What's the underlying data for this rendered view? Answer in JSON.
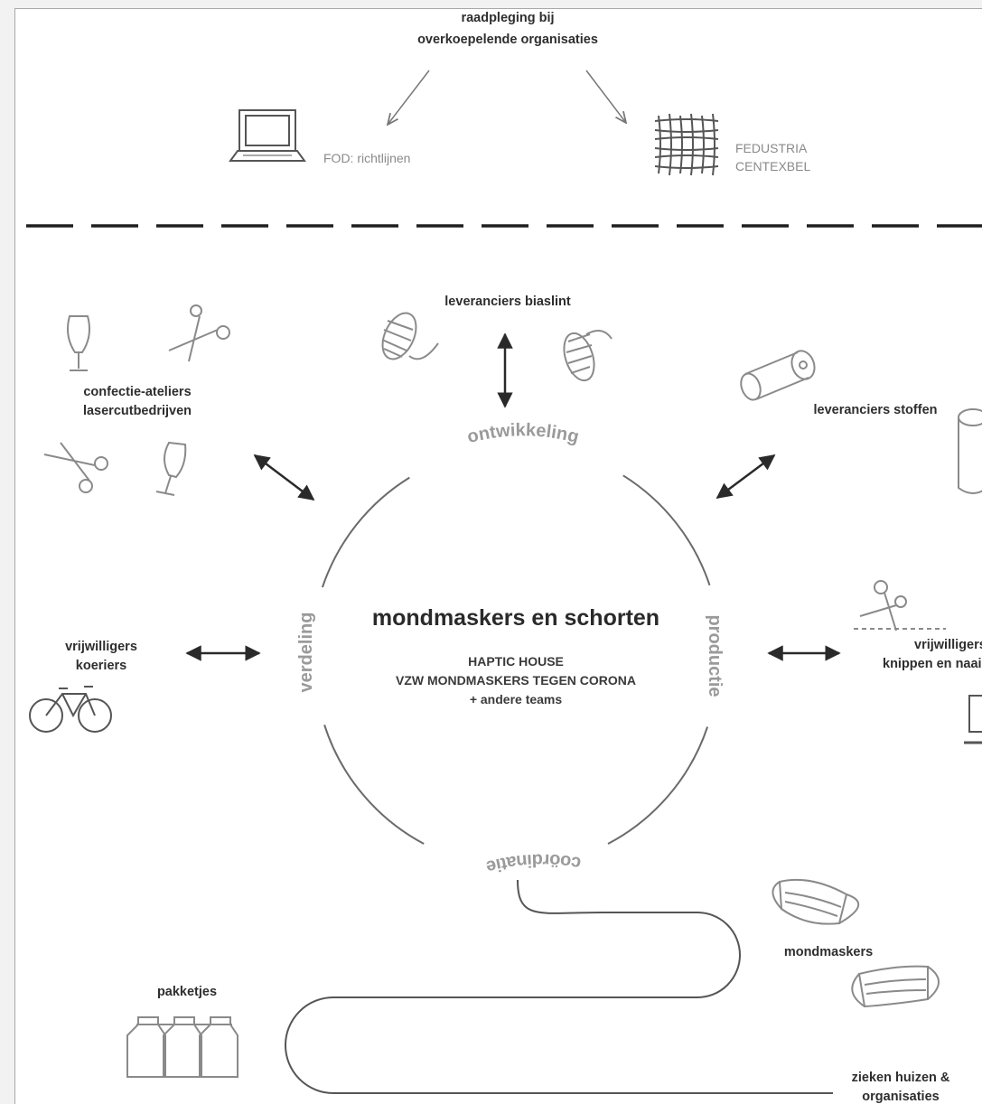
{
  "header": {
    "consultation_line1": "raadpleging bij",
    "consultation_line2": "overkoepelende organisaties",
    "fod_label": "FOD: richtlijnen",
    "fed_line1": "FEDUSTRIA",
    "fed_line2": "CENTEXBEL"
  },
  "center": {
    "title": "mondmaskers en schorten",
    "sub1": "HAPTIC HOUSE",
    "sub2": "VZW MONDMASKERS TEGEN CORONA",
    "sub3": "+ andere teams"
  },
  "ring": {
    "top": "ontwikkeling",
    "right": "productie",
    "bottom": "coördinatie",
    "left": "verdeling"
  },
  "nodes": {
    "bias_suppliers": "leveranciers biaslint",
    "ateliers_line1": "confectie-ateliers",
    "ateliers_line2": "lasercutbedrijven",
    "fabric_suppliers": "leveranciers stoffen",
    "couriers_line1": "vrijwilligers",
    "couriers_line2": "koeriers",
    "cutters_line1": "vrijwilligers",
    "cutters_line2": "knippen en naaien",
    "masks": "mondmaskers",
    "packages": "pakketjes",
    "hospitals_line1": "zieken huizen &",
    "hospitals_line2": "organisaties"
  }
}
